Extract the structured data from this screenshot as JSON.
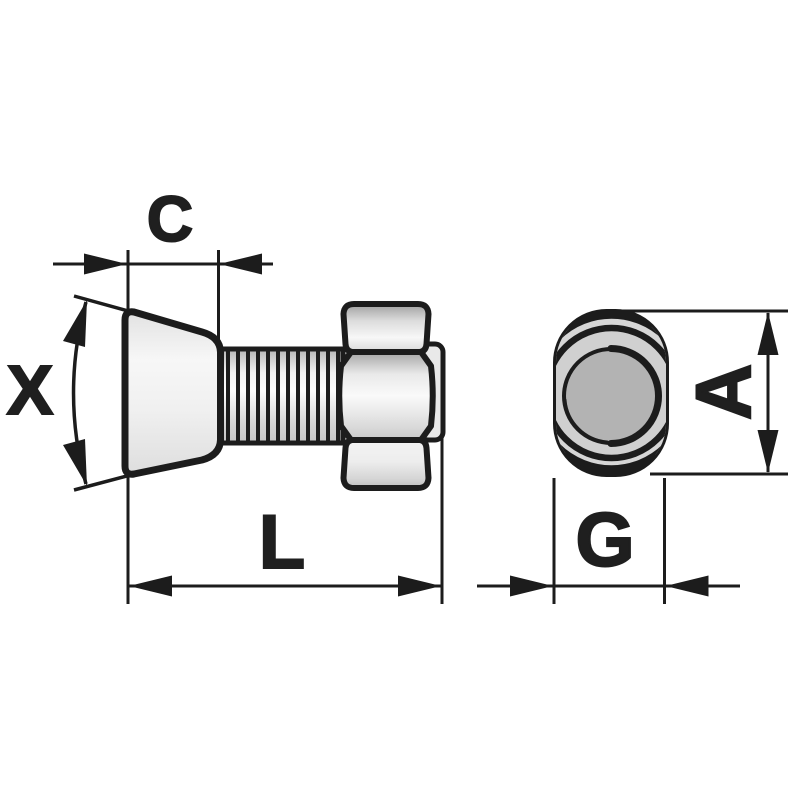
{
  "drawing": {
    "kind": "technical-dimension-drawing",
    "subject": "countersunk plough bolt with hex nut, side view and end view",
    "labels": {
      "c": "C",
      "x": "X",
      "l": "L",
      "a": "A",
      "g": "G"
    }
  },
  "colors": {
    "background": "#ffffff",
    "line": "#1c1c1c",
    "text": "#1f1f1f",
    "metal_light": "#f7f7f7",
    "metal_mid": "#d9d9d9",
    "metal_dark": "#b3b3b3"
  }
}
